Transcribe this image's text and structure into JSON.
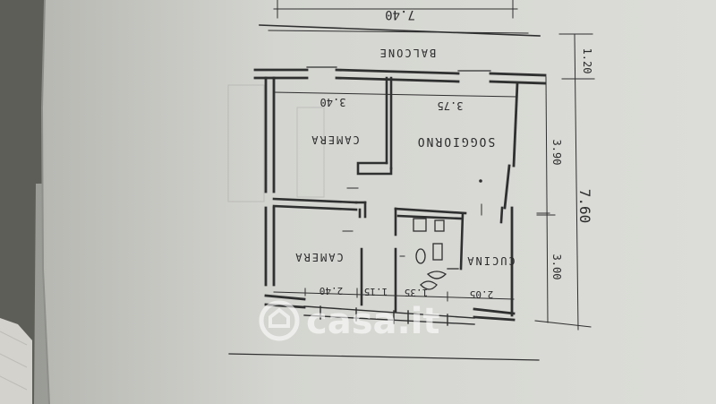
{
  "plan": {
    "dimensions": {
      "top_total": "7.40",
      "balcony_depth": "1.20",
      "right_total": "7.60",
      "right_upper": "3.90",
      "right_lower": "3.00",
      "room_width_left": "3.40",
      "room_width_right": "3.75",
      "bottom_1": "2.40",
      "bottom_2": "1.15",
      "bottom_3": "1.35",
      "bottom_4": "2.05"
    },
    "rooms": {
      "balcony": "BALCONE",
      "bedroom_upper": "CAMERA",
      "bedroom_lower": "CAMERA",
      "living": "SOGGIORNO",
      "kitchen": "CUCINA"
    },
    "watermark": "casa.it"
  }
}
